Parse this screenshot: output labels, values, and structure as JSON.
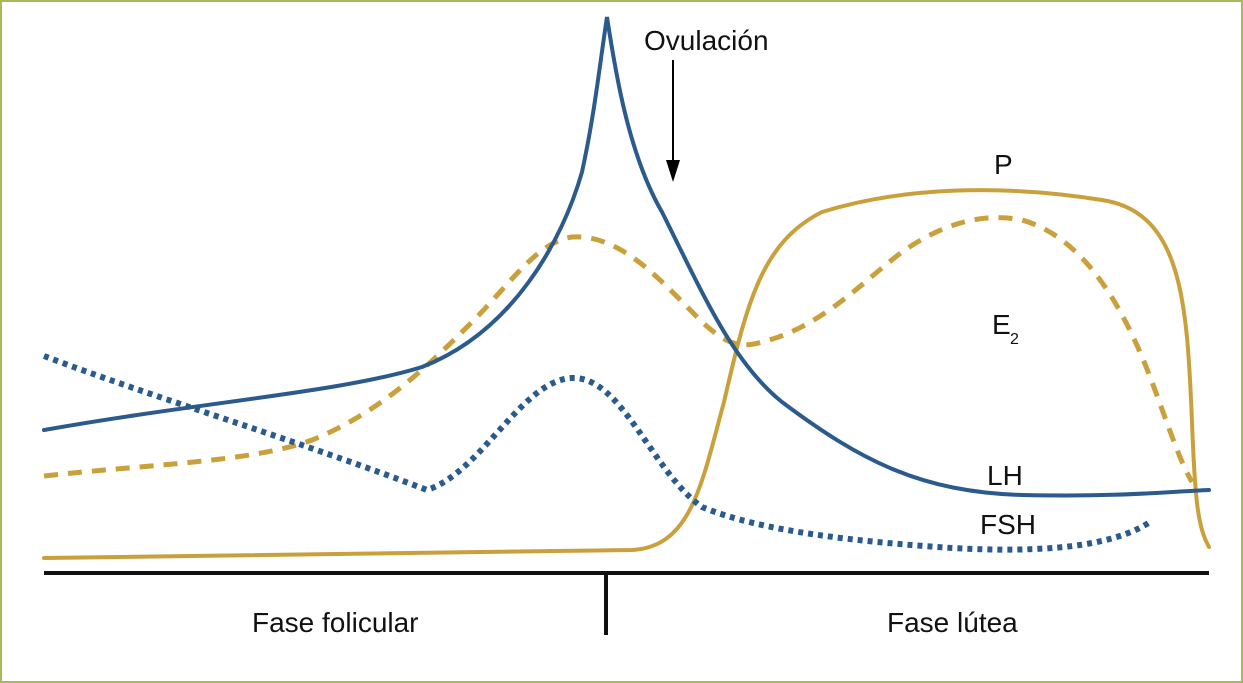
{
  "labels": {
    "ovulation": "Ovulación",
    "progesterone": "P",
    "estradiol": "E",
    "estradiol_subscript": "2",
    "lh": "LH",
    "fsh": "FSH",
    "follicular_phase": "Fase folicular",
    "luteal_phase": "Fase lútea"
  },
  "colors": {
    "blue_series": "#2b5a8c",
    "gold_series": "#c9a03c",
    "axis": "#111111",
    "border": "#a9b85a"
  },
  "series": [
    {
      "name": "LH",
      "color": "blue",
      "style": "solid"
    },
    {
      "name": "FSH",
      "color": "blue",
      "style": "dotted"
    },
    {
      "name": "P",
      "color": "gold",
      "style": "solid"
    },
    {
      "name": "E2",
      "color": "gold",
      "style": "dashed"
    }
  ]
}
